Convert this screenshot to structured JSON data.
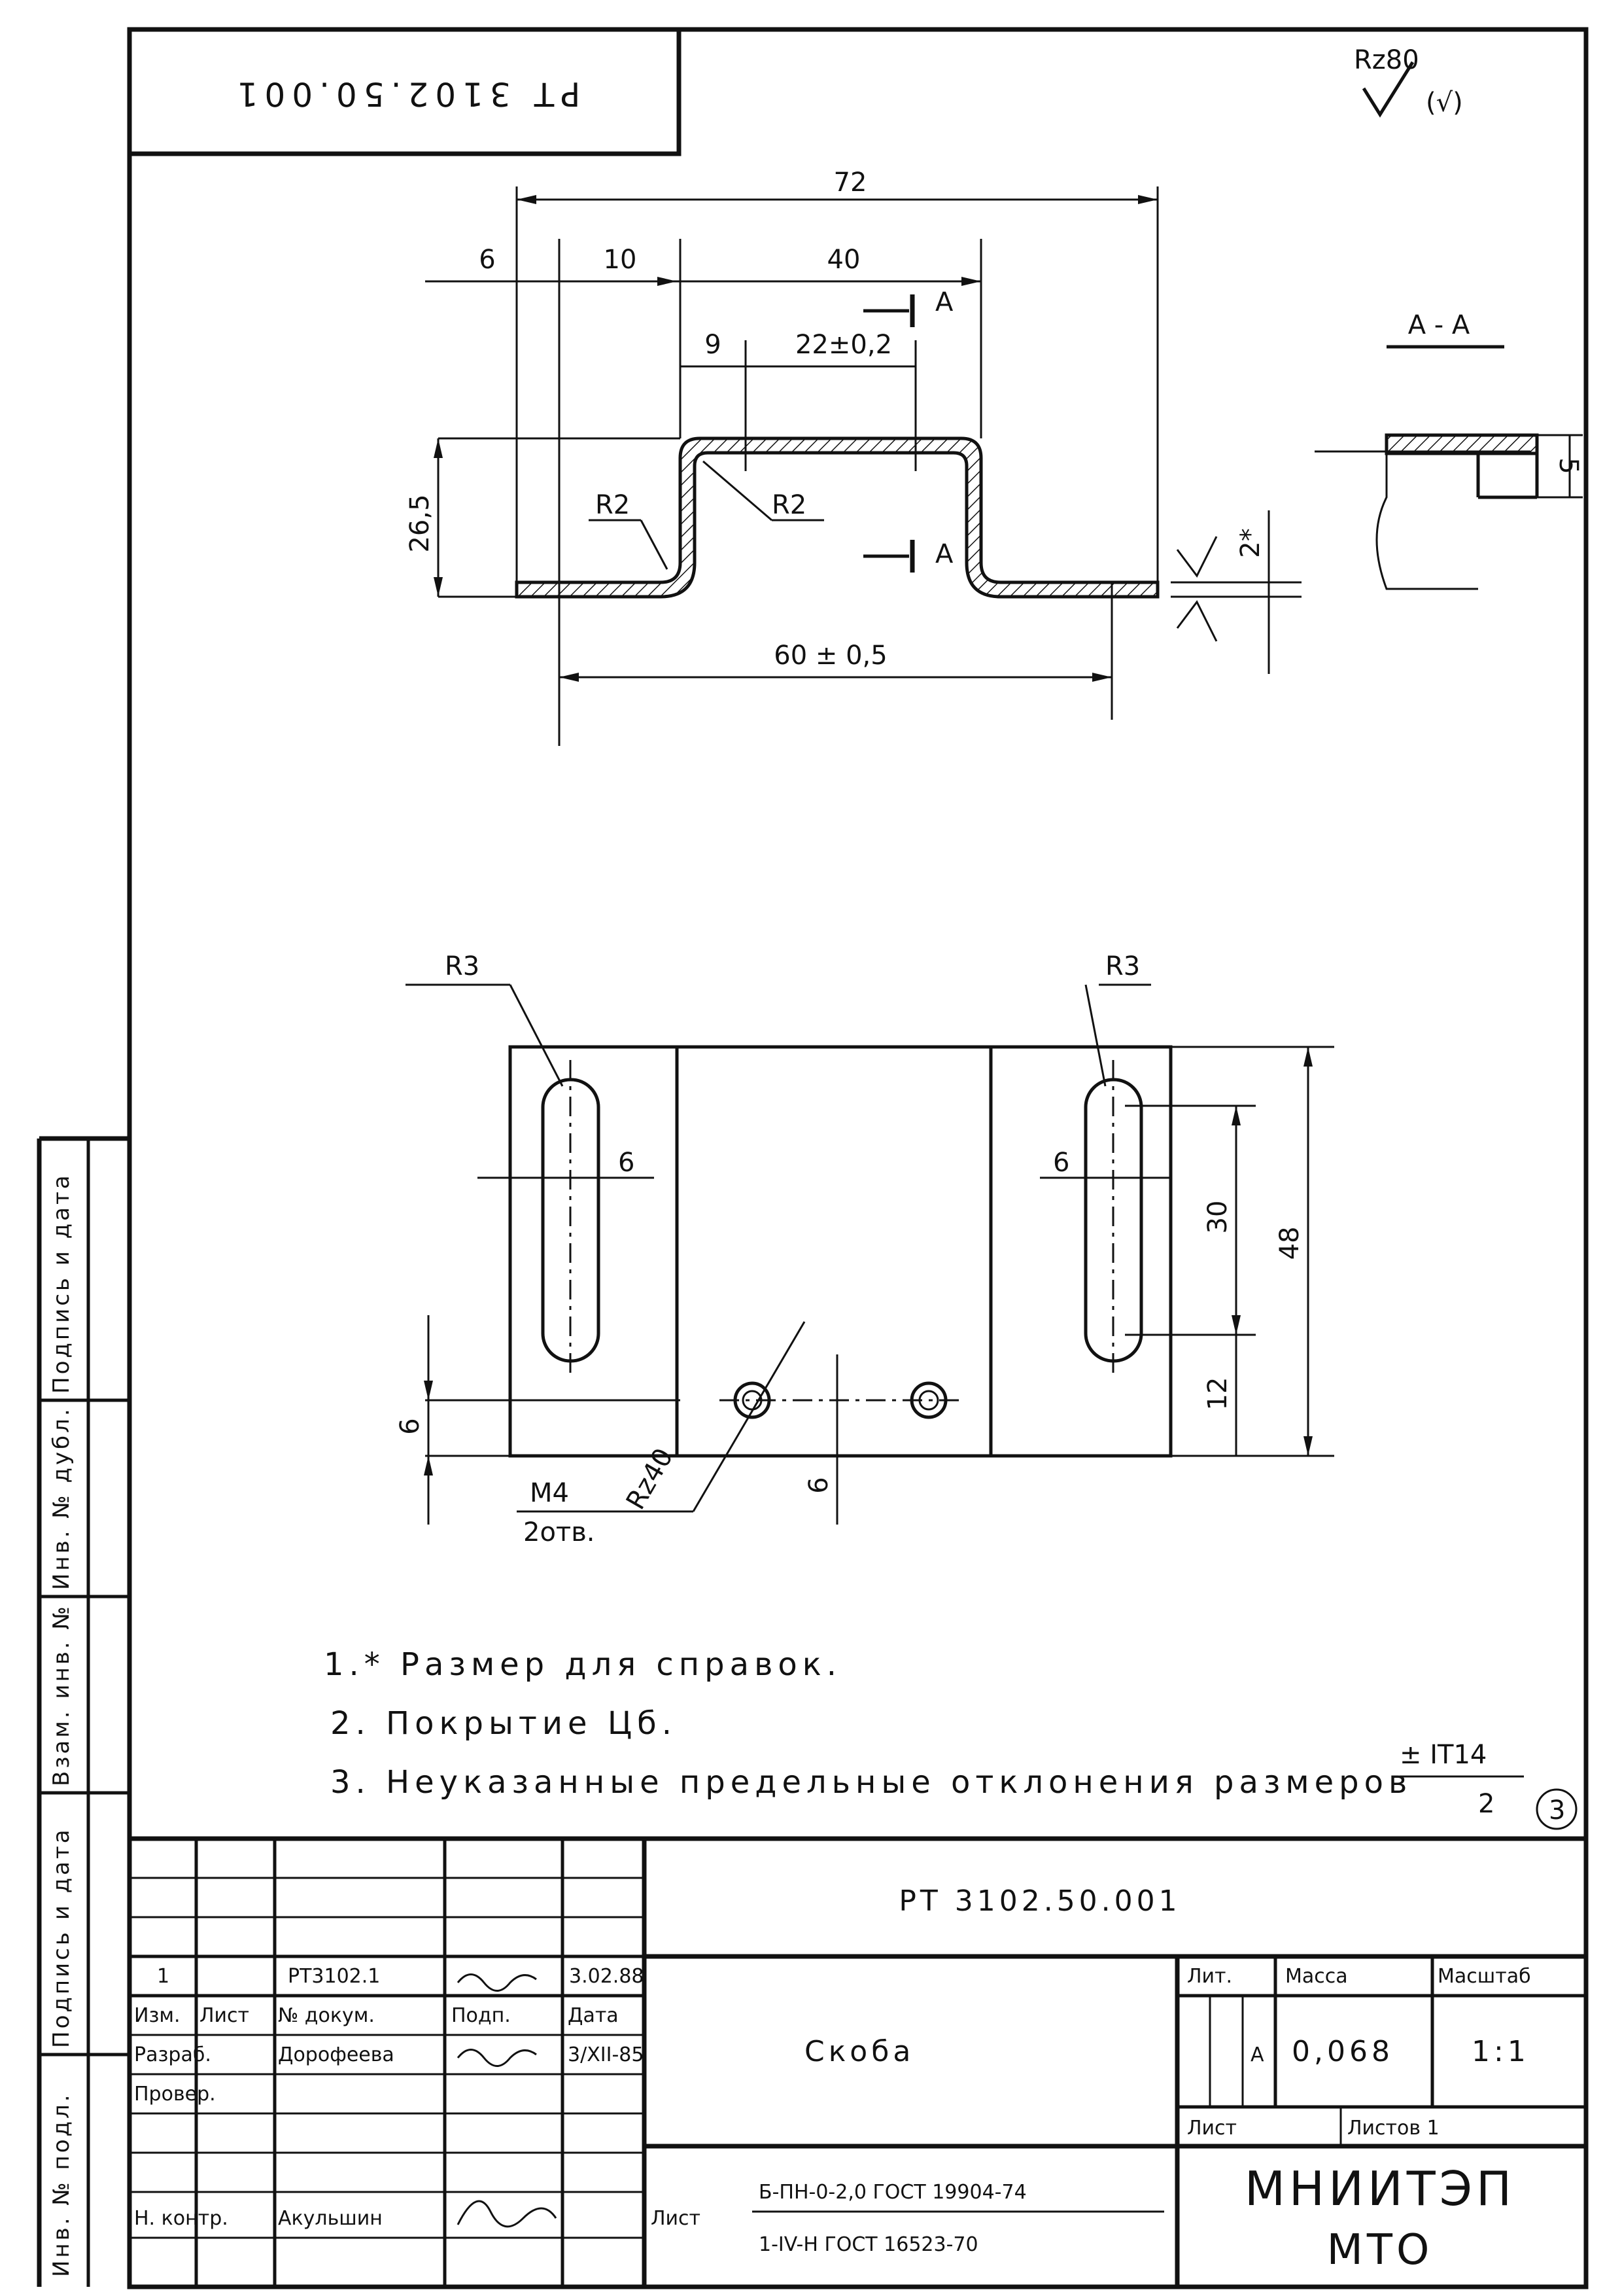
{
  "drawing": {
    "corner_code": "РТ 3102.50.001",
    "roughness": {
      "general": "Rz80",
      "thread_hole": "Rz40"
    },
    "section_label": "А - А",
    "section_mark": "А",
    "dims": {
      "d72": "72",
      "d6": "6",
      "d10": "10",
      "d40": "40",
      "d9": "9",
      "d22": "22±0,2",
      "d26_5": "26,5",
      "dR2a": "R2",
      "dR2b": "R2",
      "d60": "60 ± 0,5",
      "d2star": "2*",
      "d5": "5",
      "dR3a": "R3",
      "dR3b": "R3",
      "d6a": "6",
      "d6b": "6",
      "d30": "30",
      "d48": "48",
      "d12": "12",
      "d6c": "6",
      "d6d": "6"
    },
    "thread": {
      "label": "M4",
      "count": "2отв."
    }
  },
  "notes": [
    "1.* Размер для справок.",
    "2. Покрытие Цб.",
    "3. Неуказанные предельные отклонения размеров"
  ],
  "tolerance": {
    "num": "± IT14",
    "den": "2"
  },
  "circle_mark": "3",
  "title_block": {
    "designation": "РТ 3102.50.001",
    "name": "Скоба",
    "change": {
      "num": "1",
      "doc": "РТ3102.1",
      "date": "3.02.88"
    },
    "headers": {
      "izm": "Изм.",
      "list": "Лист",
      "doc": "№ докум.",
      "sign": "Подп.",
      "date": "Дата"
    },
    "roles": {
      "razrab": "Разраб.",
      "prover": "Провер.",
      "nkontr": "Н. контр."
    },
    "people": {
      "razrab": "Дорофеева",
      "nkontr": "Акульшин"
    },
    "razrab_date": "3/XII-85",
    "lit_header": "Лит.",
    "mass_header": "Масса",
    "scale_header": "Масштаб",
    "lit": "А",
    "mass": "0,068",
    "scale": "1:1",
    "sheet": "Лист",
    "sheets": "Листов 1",
    "material_label": "Лист",
    "material_top": "Б-ПН-0-2,0 ГОСТ 19904-74",
    "material_bottom": "1-IV-Н ГОСТ 16523-70",
    "org_line1": "МНИИТЭП",
    "org_line2": "МТО"
  },
  "side_strip": [
    "Инв. № подл.",
    "Подпись и дата",
    "Взам. инв. №",
    "Инв. № дубл.",
    "Подпись и дата"
  ]
}
